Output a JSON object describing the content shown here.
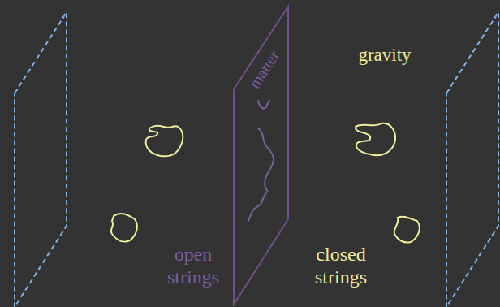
{
  "diagram": {
    "nodes": [
      {
        "text": [
          "matter"
        ]
      }
    ],
    "labels": [
      "gravity",
      "open strings",
      "closed strings"
    ]
  }
}
